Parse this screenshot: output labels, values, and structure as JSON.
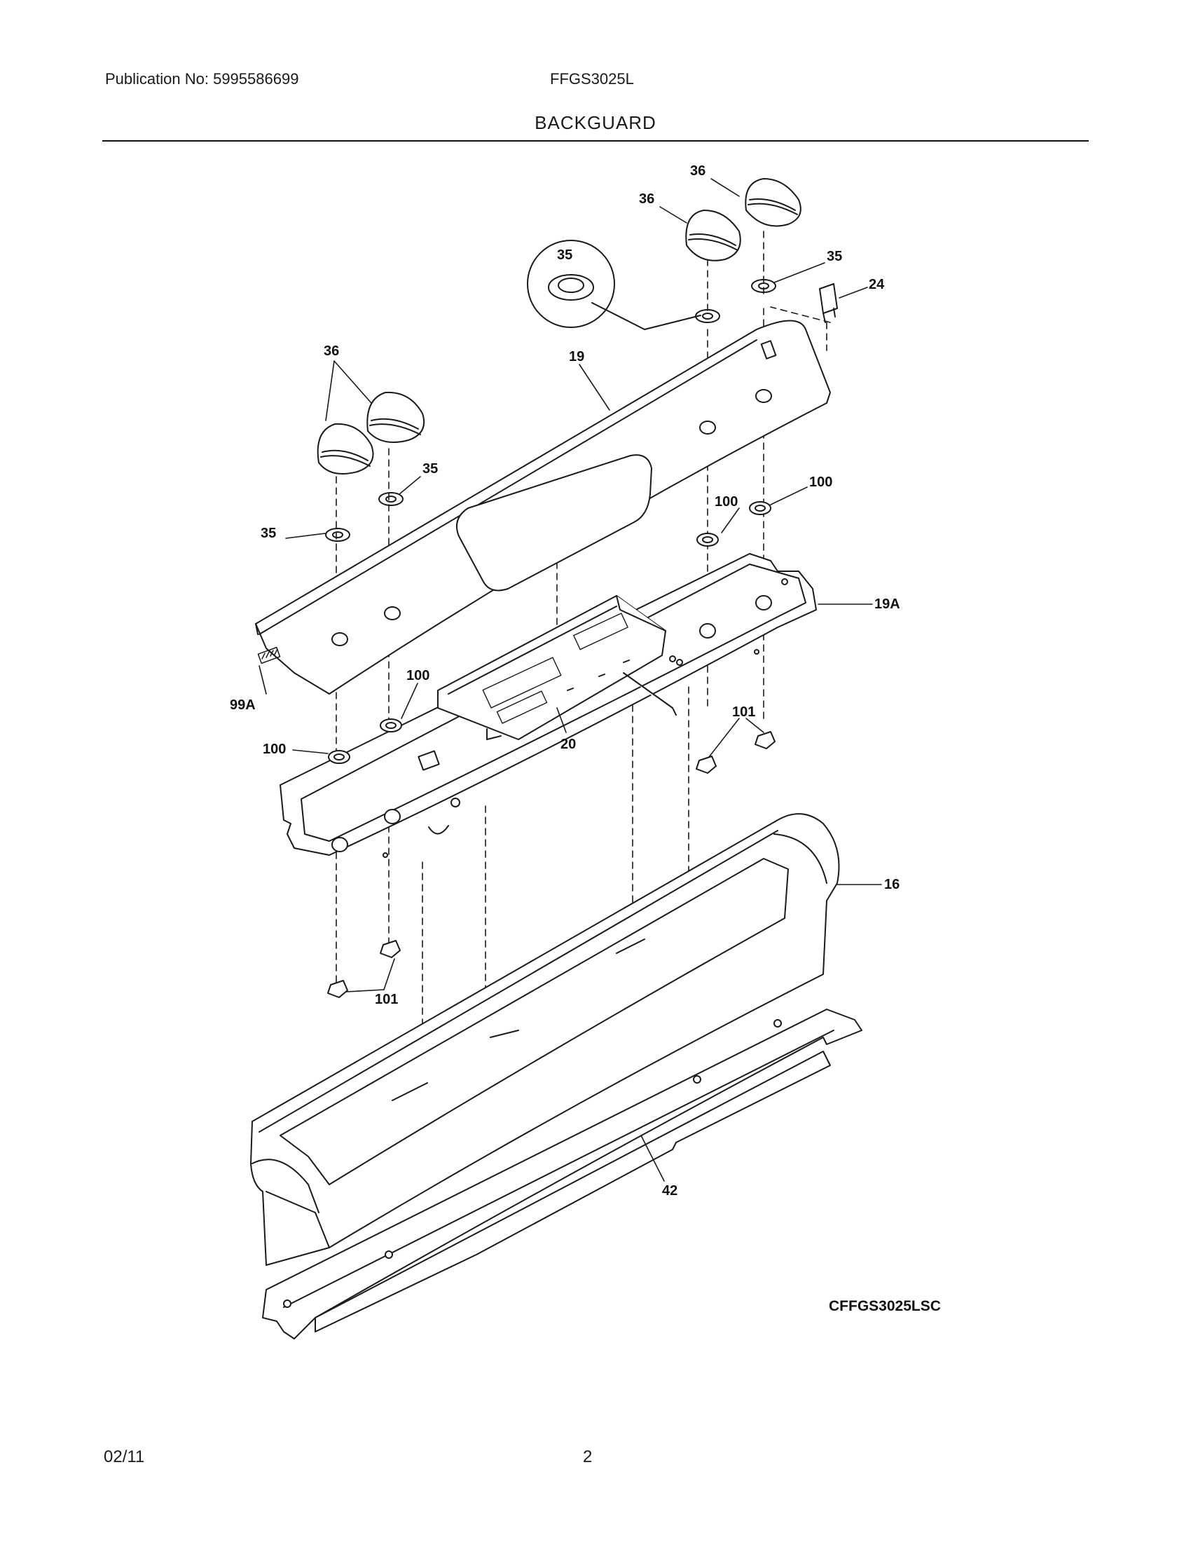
{
  "header": {
    "publication": "Publication No: 5995586699",
    "model": "FFGS3025L",
    "section_title": "BACKGUARD"
  },
  "diagram": {
    "reference_code": "CFFGS3025LSC",
    "callouts": {
      "knob_36_tr1": "36",
      "knob_36_tr2": "36",
      "knob_36_left": "36",
      "seal_35_circle": "35",
      "seal_35_right": "35",
      "seal_35_left1": "35",
      "seal_35_left2": "35",
      "switch_24": "24",
      "panel_19": "19",
      "panel_19a": "19A",
      "nut_100_r1": "100",
      "nut_100_r2": "100",
      "nut_100_l1": "100",
      "nut_100_l2": "100",
      "nut_101_r": "101",
      "nut_101_l": "101",
      "ribbon_99a": "99A",
      "board_20": "20",
      "trim_16": "16",
      "rail_42": "42"
    }
  },
  "footer": {
    "date": "02/11",
    "page": "2"
  }
}
